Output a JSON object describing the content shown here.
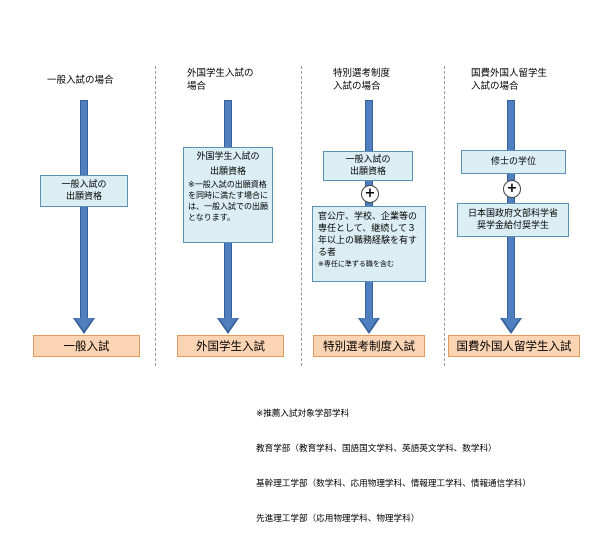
{
  "columns": [
    {
      "title": "一般入試の場合",
      "qualification": "一般入試の\n出願資格",
      "target": "一般入試"
    },
    {
      "title": "外国学生入試の\n場合",
      "qualification_title": "外国学生入試の",
      "qualification_sub": "出願資格",
      "qualification_note": "※一般入試の出願資格を同時に満たす場合には、一般入試での出願となります。",
      "target": "外国学生入試"
    },
    {
      "title": "特別選考制度\n入試の場合",
      "qualification": "一般入試の\n出願資格",
      "plus": "+",
      "requirement": "官公庁、学校、企業等の専任として、継続して３年以上の職務経験を有する者",
      "requirement_note": "※専任に準ずる職を含む",
      "target": "特別選考制度入試"
    },
    {
      "title": "国費外国人留学生\n入試の場合",
      "qualification": "修士の学位",
      "plus": "+",
      "requirement": "日本国政府文部科学省\n奨学金給付奨学生",
      "target": "国費外国人留学生入試"
    }
  ],
  "footnote": {
    "heading": "※推薦入試対象学部学科",
    "lines": [
      "教育学部（教育学科、国語国文学科、英語英文学科、数学科）",
      "基幹理工学部（数学科、応用物理学科、情報理工学科、情報通信学科）",
      "先進理工学部（応用物理学科、物理学科）"
    ]
  },
  "colors": {
    "arrow": "#4f7fbf",
    "box_fill": "#dbeef4",
    "target_fill": "#fbd4b4",
    "divider": "#9a9a9a"
  }
}
